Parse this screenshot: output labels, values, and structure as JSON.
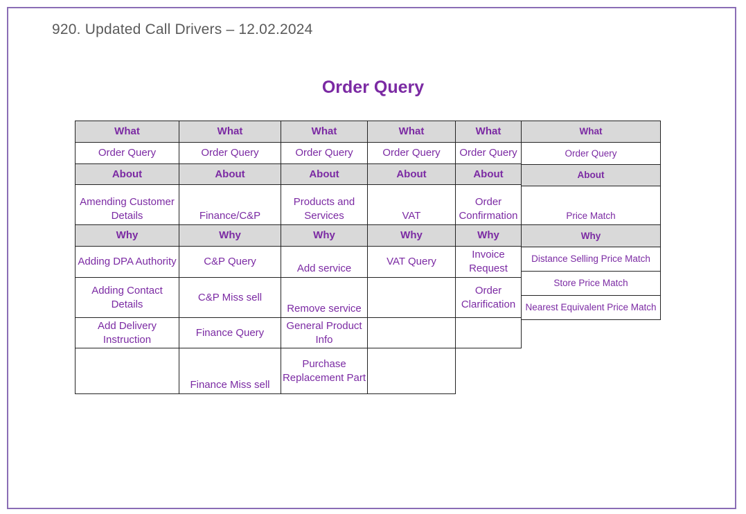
{
  "slide": {
    "header": "920. Updated Call Drivers – 12.02.2024",
    "title": "Order Query"
  },
  "table": {
    "what_label": "What",
    "about_label": "About",
    "why_label": "Why",
    "columns": [
      {
        "what": "Order Query",
        "about": "Amending Customer Details",
        "why": [
          "Adding DPA Authority",
          "Adding Contact Details",
          "Add Delivery Instruction",
          ""
        ]
      },
      {
        "what": "Order Query",
        "about": "Finance/C&P",
        "why": [
          "C&P Query",
          "C&P Miss sell",
          "Finance Query",
          "Finance Miss sell"
        ]
      },
      {
        "what": "Order Query",
        "about": "Products and Services",
        "why": [
          "Add service",
          "Remove service",
          "General Product Info",
          "Purchase Replacement Part"
        ]
      },
      {
        "what": "Order Query",
        "about": "VAT",
        "why": [
          "VAT Query",
          "",
          "",
          ""
        ]
      },
      {
        "what": "Order Query",
        "about": "Order Confirmation",
        "why": [
          "Invoice Request",
          "Order Clarification",
          ""
        ]
      },
      {
        "what": "Order Query",
        "about": "Price Match",
        "why": [
          "Distance Selling Price Match",
          "Store Price Match",
          "Nearest Equivalent Price Match"
        ]
      }
    ]
  }
}
